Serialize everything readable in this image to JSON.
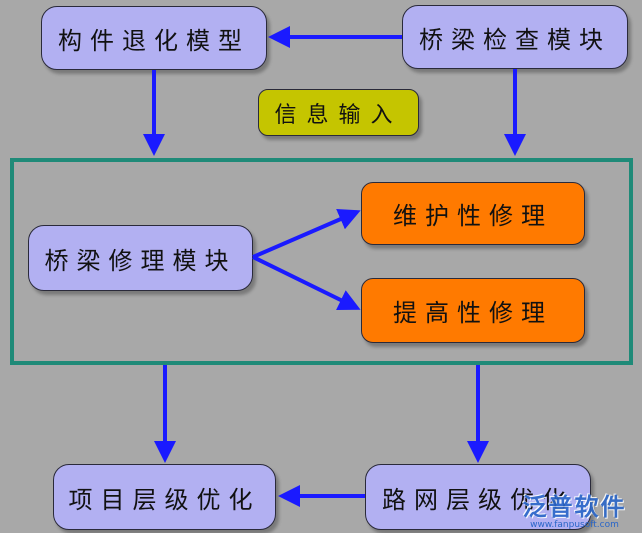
{
  "nodes": {
    "component_degradation_model": "构件退化模型",
    "bridge_inspection_module": "桥梁检查模块",
    "info_input": "信息输入",
    "bridge_repair_module": "桥梁修理模块",
    "maintenance_repair": "维护性修理",
    "improvement_repair": "提高性修理",
    "project_level_optimization": "项目层级优化",
    "network_level_optimization": "路网层级优化"
  },
  "watermark": {
    "logo_text": "泛普软件",
    "url": "www.fanpusoft.com"
  },
  "colors": {
    "background": "#a8a8a8",
    "module_box": "#b2b0f2",
    "repair_box": "#ff7a00",
    "label_box": "#c5c500",
    "frame": "#1f8a78",
    "arrow": "#1a1aff"
  }
}
